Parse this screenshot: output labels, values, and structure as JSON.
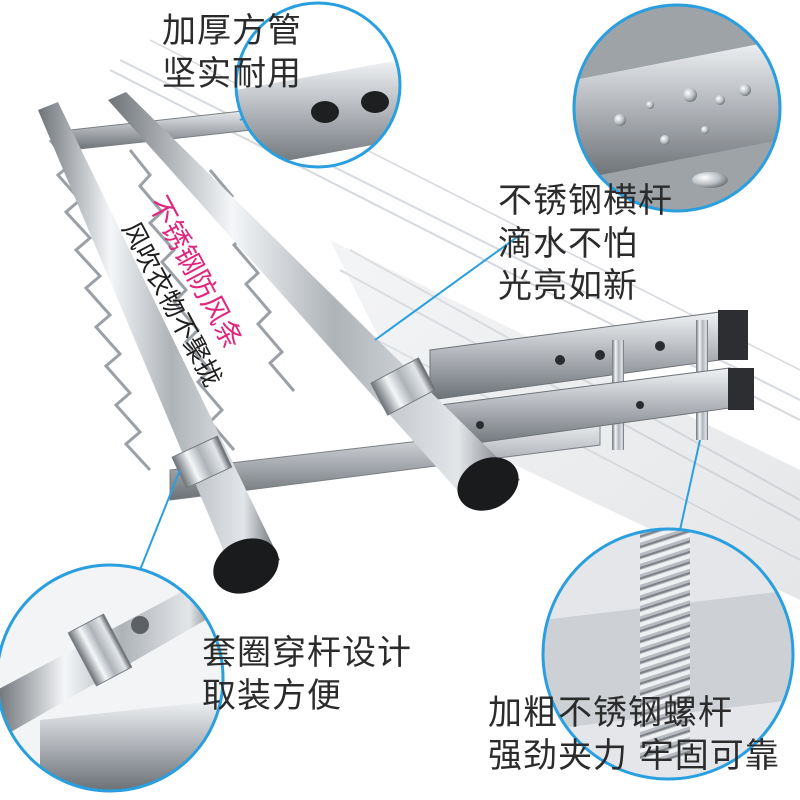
{
  "callouts": {
    "square_tube": {
      "line1": "加厚方管",
      "line2": "坚实耐用"
    },
    "steel_bar": {
      "line1": "不锈钢横杆",
      "line2": "滴水不怕",
      "line3": "光亮如新"
    },
    "sleeve": {
      "line1": "套圈穿杆设计",
      "line2": "取装方便"
    },
    "screw": {
      "line1": "加粗不锈钢螺杆",
      "line2": "强劲夹力 牢固可靠"
    }
  },
  "wind_bar": {
    "title": "不锈钢防风条",
    "subtitle": "风吹衣物不聚拢"
  },
  "colors": {
    "caption_text": "#2b2b2b",
    "wind_title": "#e0267f",
    "wind_subtitle": "#1f1f1f",
    "ring": "#2a9fe0",
    "steel": "#c9ccd0"
  }
}
